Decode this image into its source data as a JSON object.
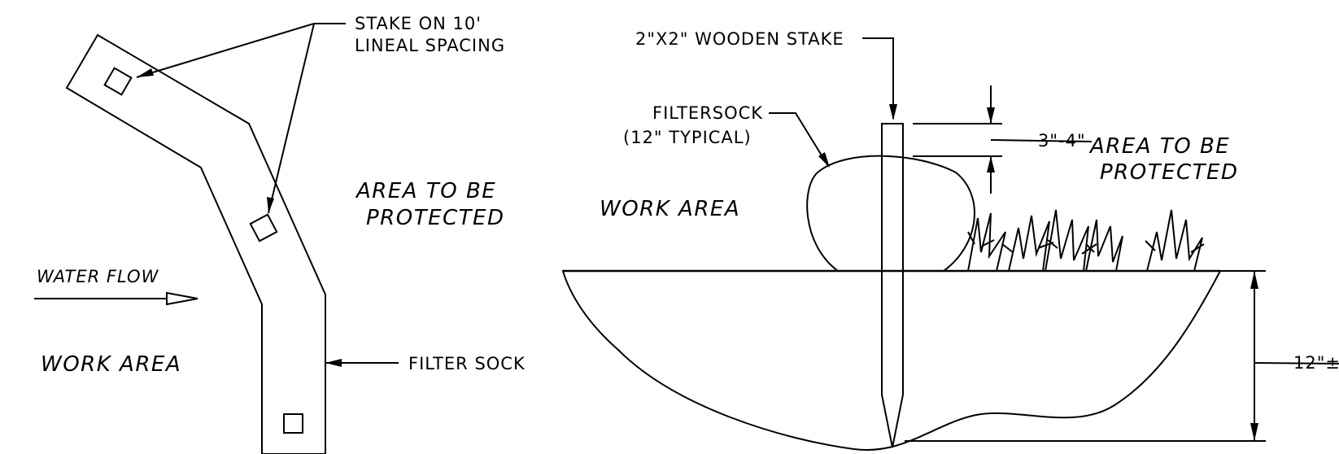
{
  "plan_view": {
    "stake_callout": [
      "STAKE ON 10'",
      "LINEAL SPACING"
    ],
    "area_protected": [
      "AREA TO BE",
      "PROTECTED"
    ],
    "water_flow": "WATER FLOW",
    "work_area": "WORK AREA",
    "filter_sock": "FILTER SOCK"
  },
  "section_view": {
    "stake_label": "2\"X2\" WOODEN STAKE",
    "filtersock": [
      "FILTERSOCK",
      "(12\" TYPICAL)"
    ],
    "work_area": "WORK AREA",
    "area_protected": [
      "AREA TO BE",
      "PROTECTED"
    ],
    "dim_top": "3\"-4\"",
    "dim_depth": "12\"±"
  },
  "colors": {
    "sock_fill": "#cccccc",
    "soil_fill": "#f0f0f0",
    "line": "#000000"
  }
}
